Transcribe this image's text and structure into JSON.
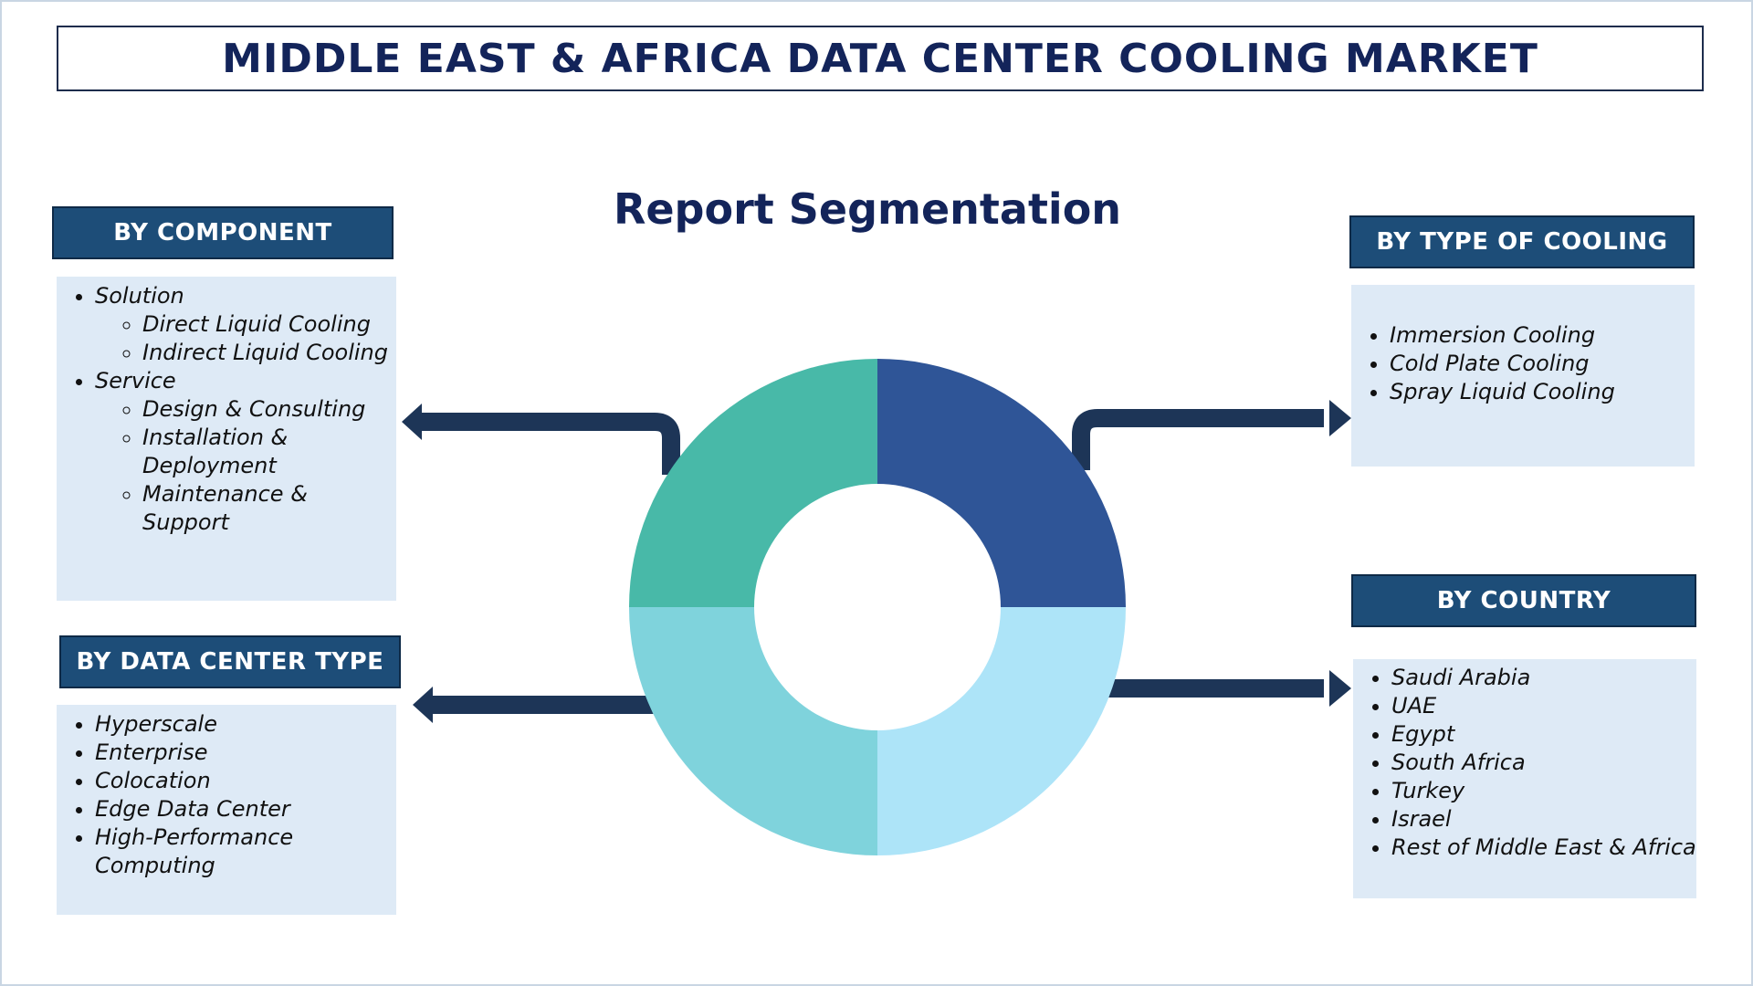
{
  "title": "MIDDLE EAST & AFRICA DATA CENTER COOLING MARKET",
  "subtitle": "Report Segmentation",
  "colors": {
    "navy": "#13245a",
    "header_bg": "#1d4d78",
    "panel_bg": "#deeaf6",
    "arrow": "#1d3557",
    "segment_top_left": "#48b9a8",
    "segment_top_right": "#2f5597",
    "segment_bottom_right": "#ade4f8",
    "segment_bottom_left": "#7fd3dc"
  },
  "segments": {
    "component": {
      "header": "BY COMPONENT",
      "items": [
        {
          "label": "Solution",
          "children": [
            "Direct Liquid Cooling",
            "Indirect Liquid Cooling"
          ]
        },
        {
          "label": "Service",
          "children": [
            "Design & Consulting",
            "Installation & Deployment",
            "Maintenance & Support"
          ]
        }
      ]
    },
    "data_center_type": {
      "header": "BY DATA CENTER TYPE",
      "items": [
        "Hyperscale",
        "Enterprise",
        "Colocation",
        "Edge Data Center",
        "High-Performance Computing"
      ]
    },
    "type_of_cooling": {
      "header": "BY TYPE OF COOLING",
      "items": [
        "Immersion Cooling",
        "Cold Plate Cooling",
        "Spray Liquid Cooling"
      ]
    },
    "country": {
      "header": "BY COUNTRY",
      "items": [
        "Saudi Arabia",
        "UAE",
        "Egypt",
        "South Africa",
        "Turkey",
        "Israel",
        "Rest of Middle East & Africa"
      ]
    }
  }
}
